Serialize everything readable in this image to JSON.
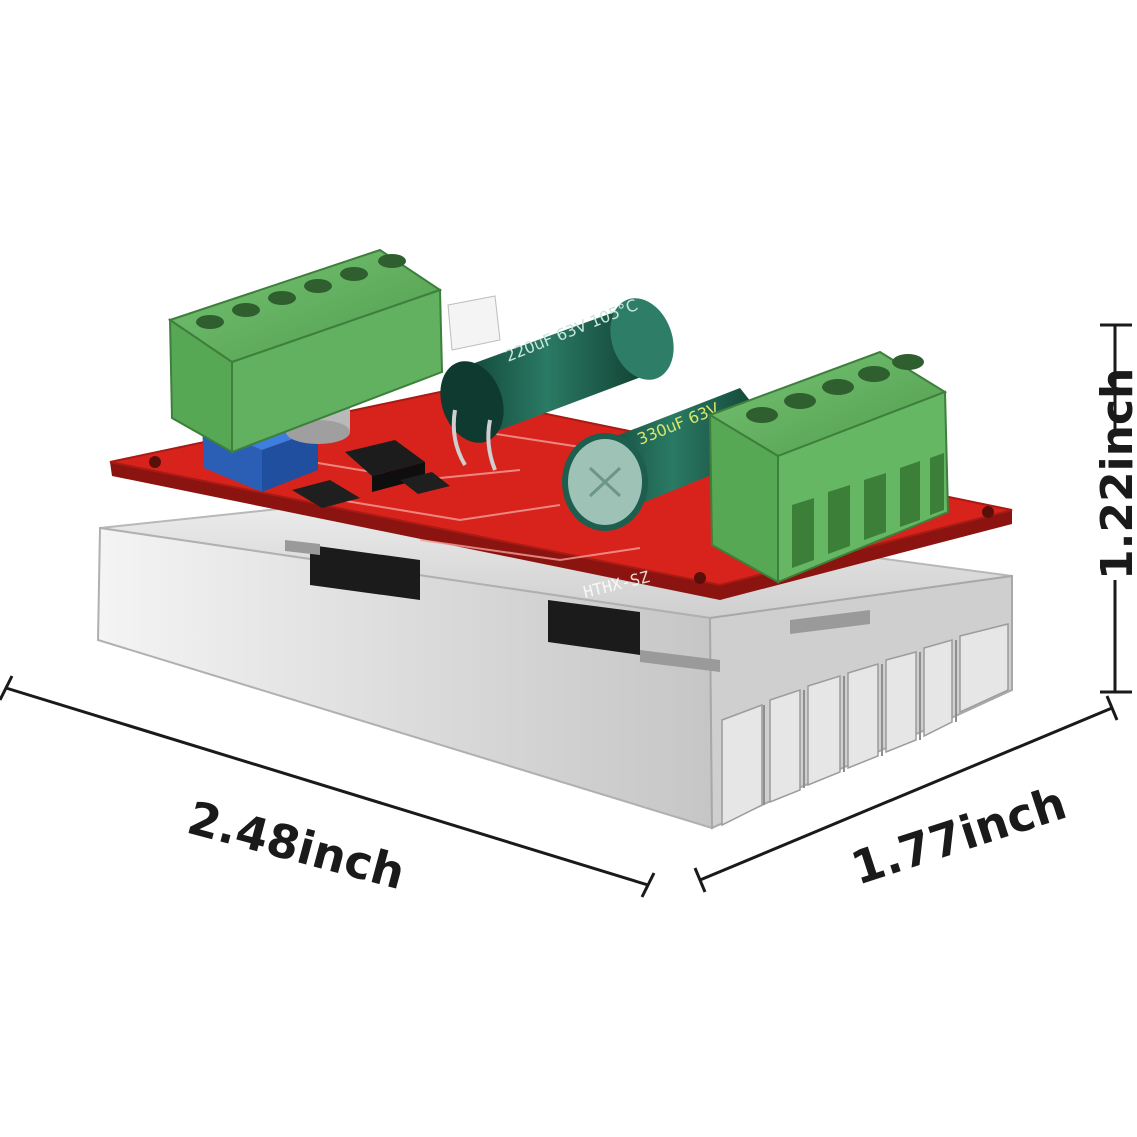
{
  "dimensions": {
    "length_label": "2.48inch",
    "width_label": "1.77inch",
    "height_label": "1.22inch"
  },
  "board_marking": "HTHX-SZ",
  "capacitor_markings": {
    "large_left": "220uF 63V 105°C",
    "large_right": "330uF 63V"
  },
  "colors": {
    "pcb": "#d8231c",
    "terminal_block": "#5fb15c",
    "capacitor": "#1d5e4e",
    "heatsink": "#d9d9d9",
    "potentiometer": "#2f6fd0"
  }
}
